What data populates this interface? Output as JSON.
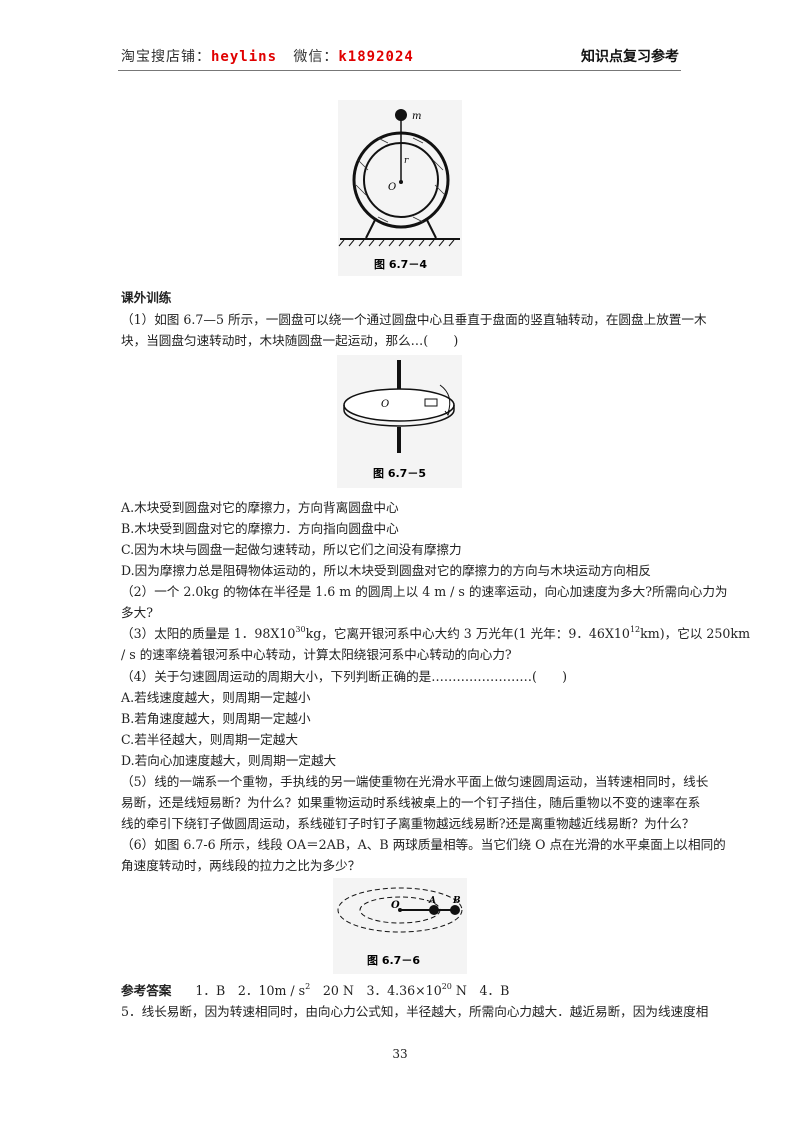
{
  "header": {
    "shop_label": "淘宝搜店铺：",
    "shop_name": "heylins",
    "wechat_label": "微信：",
    "wechat_id": "k1892024",
    "right_title": "知识点复习参考"
  },
  "figures": {
    "fig4": {
      "caption": "图 6.7－4",
      "labels": {
        "m": "m",
        "r": "r",
        "o": "O"
      }
    },
    "fig5": {
      "caption": "图 6.7－5",
      "labels": {
        "o": "O"
      }
    },
    "fig6": {
      "caption": "图 6.7－6",
      "labels": {
        "o": "O",
        "a": "A",
        "b": "B"
      }
    }
  },
  "section_title": "课外训练",
  "q1": {
    "line1": "（1）如图 6.7—5 所示，一圆盘可以绕一个通过圆盘中心且垂直于盘面的竖直轴转动，在圆盘上放置一木",
    "line2": "块，当圆盘匀速转动时，木块随圆盘一起运动，那么…(　　)",
    "options": [
      "A.木块受到圆盘对它的摩擦力，方向背离圆盘中心",
      "B.木块受到圆盘对它的摩擦力．方向指向圆盘中心",
      "C.因为木块与圆盘一起做匀速转动，所以它们之间没有摩擦力",
      "D.因为摩擦力总是阻碍物体运动的，所以木块受到圆盘对它的摩擦力的方向与木块运动方向相反"
    ]
  },
  "q2": {
    "line1": "（2）一个 2.0kg 的物体在半径是 1.6 m 的圆周上以 4 m / s 的速率运动，向心加速度为多大?所需向心力为",
    "line2": "多大?"
  },
  "q3": {
    "p1": "（3）太阳的质量是 1．98X10",
    "s1": "30",
    "p2": "kg，它离开银河系中心大约 3 万光年(1 光年：9．46X10",
    "s2": "12",
    "p3": "km)，它以 250km",
    "line2": "/ s 的速率绕着银河系中心转动，计算太阳绕银河系中心转动的向心力?"
  },
  "q4": {
    "line1": "（4）关于匀速圆周运动的周期大小，下列判断正确的是……………………(　　)",
    "options": [
      "A.若线速度越大，则周期一定越小",
      "B.若角速度越大，则周期一定越小",
      "C.若半径越大，则周期一定越大",
      "D.若向心加速度越大，则周期一定越大"
    ]
  },
  "q5": {
    "lines": [
      "（5）线的一端系一个重物，手执线的另一端使重物在光滑水平面上做匀速圆周运动，当转速相同时，线长",
      "易断，还是线短易断？为什么？如果重物运动时系线被桌上的一个钉子挡住，随后重物以不变的速率在系",
      "线的牵引下绕钉子做圆周运动，系线碰钉子时钉子离重物越远线易断?还是离重物越近线易断？为什么？"
    ]
  },
  "q6": {
    "lines": [
      "（6）如图 6.7-6 所示，线段 OA＝2AB，A、B 两球质量相等。当它们绕 O 点在光滑的水平桌面上以相同的",
      "角速度转动时，两线段的拉力之比为多少？"
    ]
  },
  "answers": {
    "title": "参考答案",
    "a1": "1．B　2．10m / s",
    "a1sup": "2",
    "a2": "　20 N　3．4.36×10",
    "a2sup": "20",
    "a3": " N　4．B",
    "line2": "5．线长易断，因为转速相同时，由向心力公式知，半径越大，所需向心力越大．越近易断，因为线速度相"
  },
  "page_number": "33"
}
